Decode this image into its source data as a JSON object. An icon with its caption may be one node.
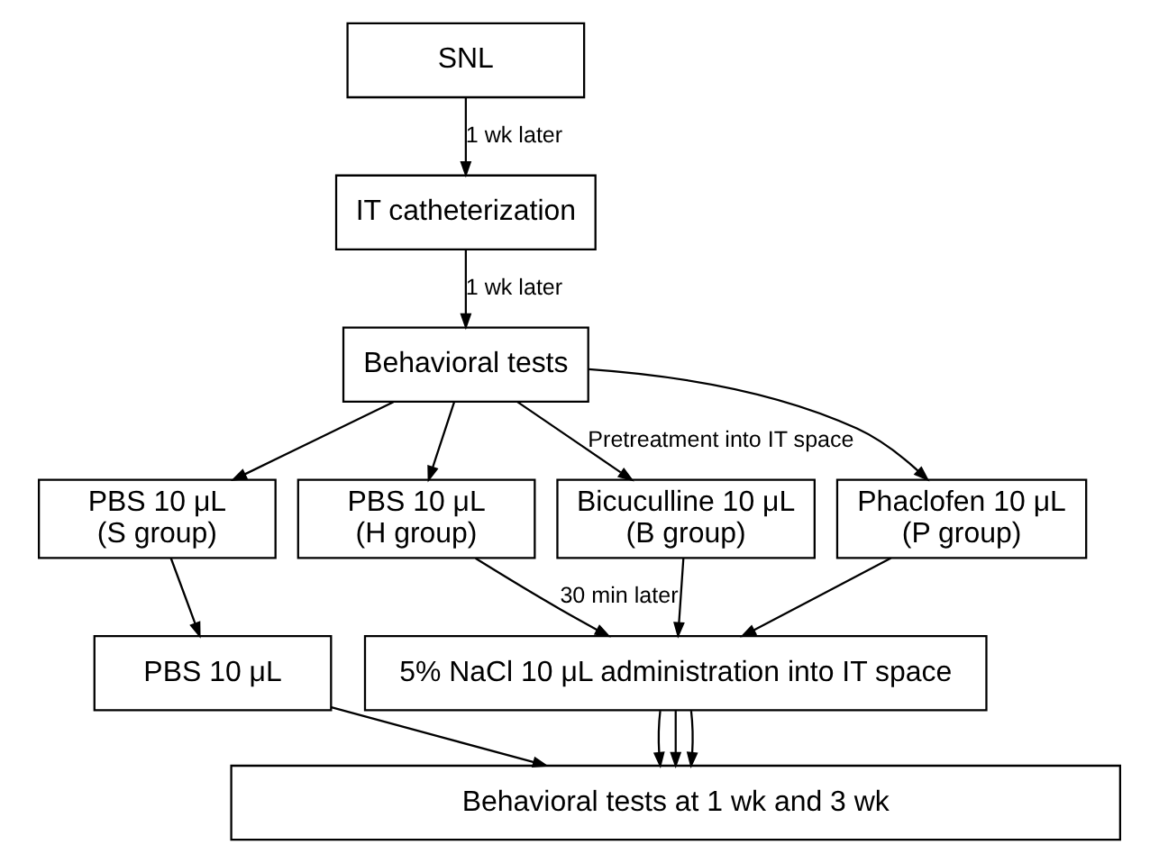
{
  "diagram": {
    "nodes": [
      {
        "text": [
          "SNL"
        ]
      },
      {
        "text": [
          "IT catheterization"
        ]
      },
      {
        "text": [
          "Behavioral tests"
        ]
      },
      {
        "text": [
          "PBS 10 μL (S group)"
        ]
      },
      {
        "text": [
          "PBS 10 μL (H group)"
        ]
      },
      {
        "text": [
          "Bicuculline 10 μL (B group)"
        ]
      },
      {
        "text": [
          "Phaclofen 10 μL (P group)"
        ]
      },
      {
        "text": [
          "PBS 10 μL"
        ]
      },
      {
        "text": [
          "5% NaCl 10 μL administration into IT space"
        ]
      },
      {
        "text": [
          "Behavioral tests at 1 wk and 3 wk"
        ]
      }
    ],
    "edges": [
      {
        "from": 0,
        "to": 1,
        "arrow": "to",
        "label": "1 wk later"
      },
      {
        "from": 1,
        "to": 2,
        "arrow": "to",
        "label": "1 wk later"
      },
      {
        "from": 2,
        "to": 3,
        "arrow": "to"
      },
      {
        "from": 2,
        "to": 4,
        "arrow": "to"
      },
      {
        "from": 2,
        "to": 5,
        "arrow": "to",
        "label": "Pretreatment into IT space"
      },
      {
        "from": 2,
        "to": 6,
        "arrow": "to"
      },
      {
        "from": 3,
        "to": 7,
        "arrow": "to"
      },
      {
        "from": 4,
        "to": 8,
        "arrow": "to",
        "label": "30 min later"
      },
      {
        "from": 5,
        "to": 8,
        "arrow": "to"
      },
      {
        "from": 6,
        "to": 8,
        "arrow": "to"
      },
      {
        "from": 7,
        "to": 9,
        "arrow": "to"
      },
      {
        "from": 8,
        "to": 9,
        "arrow": "to"
      },
      {
        "from": 8,
        "to": 9,
        "arrow": "to"
      },
      {
        "from": 8,
        "to": 9,
        "arrow": "to"
      }
    ]
  }
}
